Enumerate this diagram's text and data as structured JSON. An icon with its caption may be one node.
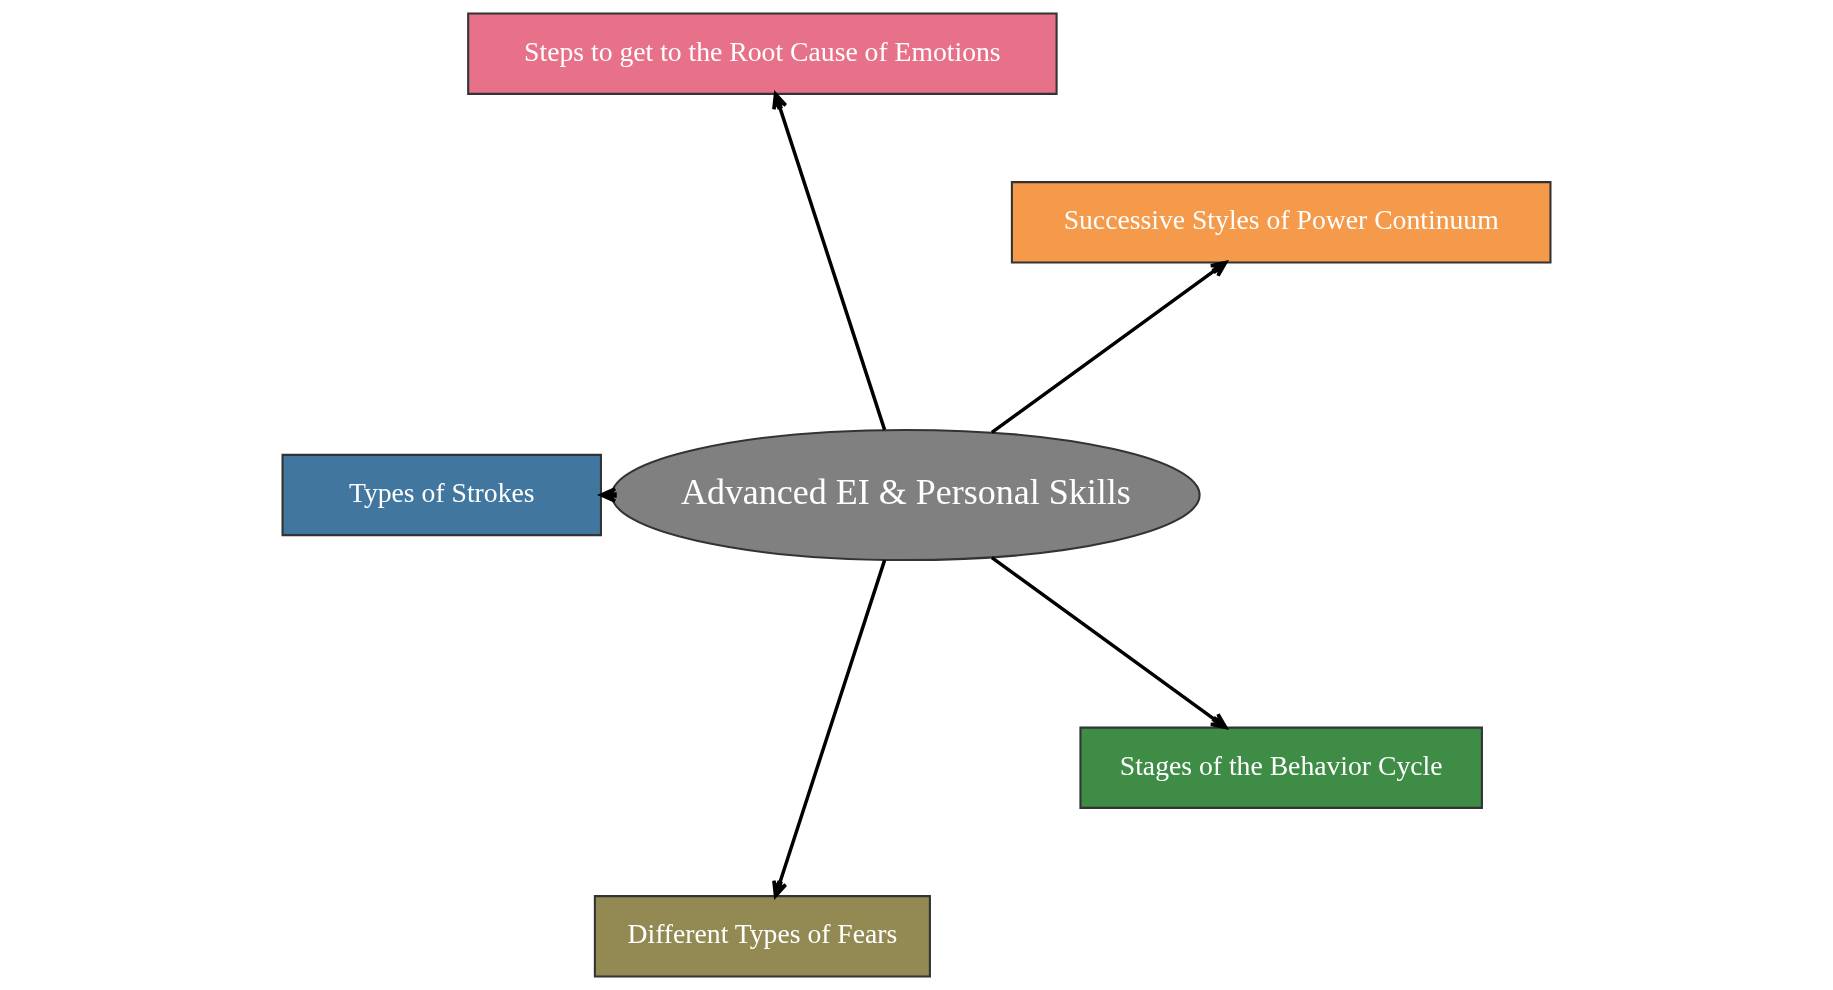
{
  "diagram": {
    "nodes": [
      {
        "text": [
          "Advanced EI & Personal Skills"
        ]
      },
      {
        "text": [
          "Successive Styles of Power Continuum"
        ]
      },
      {
        "text": [
          "Steps to get to the Root Cause of Emotions"
        ]
      },
      {
        "text": [
          "Types of Strokes"
        ]
      },
      {
        "text": [
          "Different Types of Fears"
        ]
      },
      {
        "text": [
          "Stages of the Behavior Cycle"
        ]
      }
    ],
    "edges": [
      {
        "from": 0,
        "to": 1,
        "arrow": "to"
      },
      {
        "from": 0,
        "to": 2,
        "arrow": "to"
      },
      {
        "from": 0,
        "to": 3,
        "arrow": "to"
      },
      {
        "from": 0,
        "to": 4,
        "arrow": "to"
      },
      {
        "from": 0,
        "to": 5,
        "arrow": "to"
      }
    ]
  }
}
